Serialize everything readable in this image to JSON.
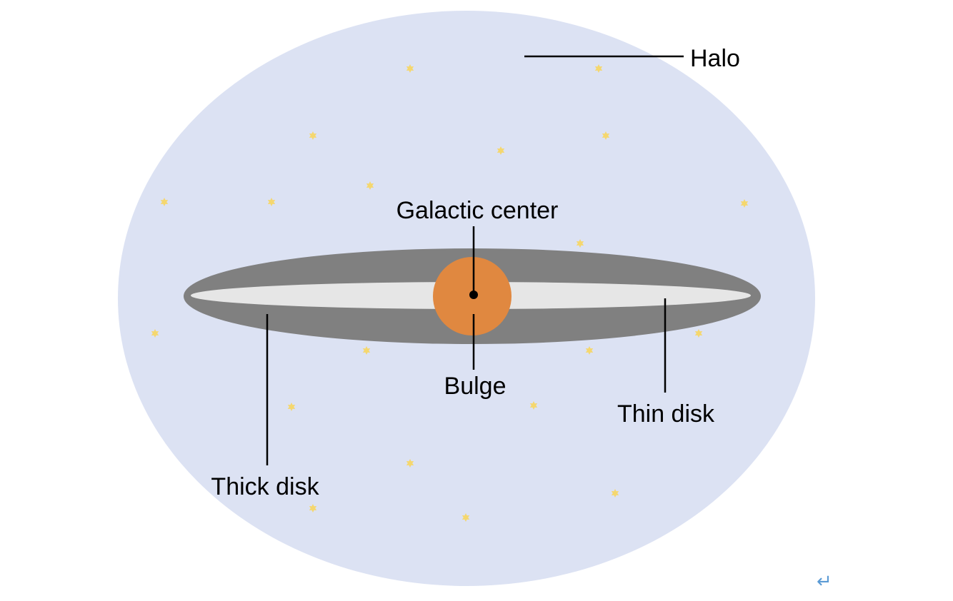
{
  "labels": {
    "halo": "Halo",
    "galactic_center": "Galactic center",
    "bulge": "Bulge",
    "thin_disk": "Thin disk",
    "thick_disk": "Thick disk"
  },
  "colors": {
    "halo": "#dce2f3",
    "thick_disk": "#808080",
    "thin_disk": "#e6e6e6",
    "bulge": "#e08840",
    "center": "#000000",
    "star": "#f5d76e",
    "return_mark": "#5b9bd5"
  },
  "icons": {
    "star": "star-icon",
    "return": "return-arrow-icon"
  },
  "return_mark": "↵"
}
